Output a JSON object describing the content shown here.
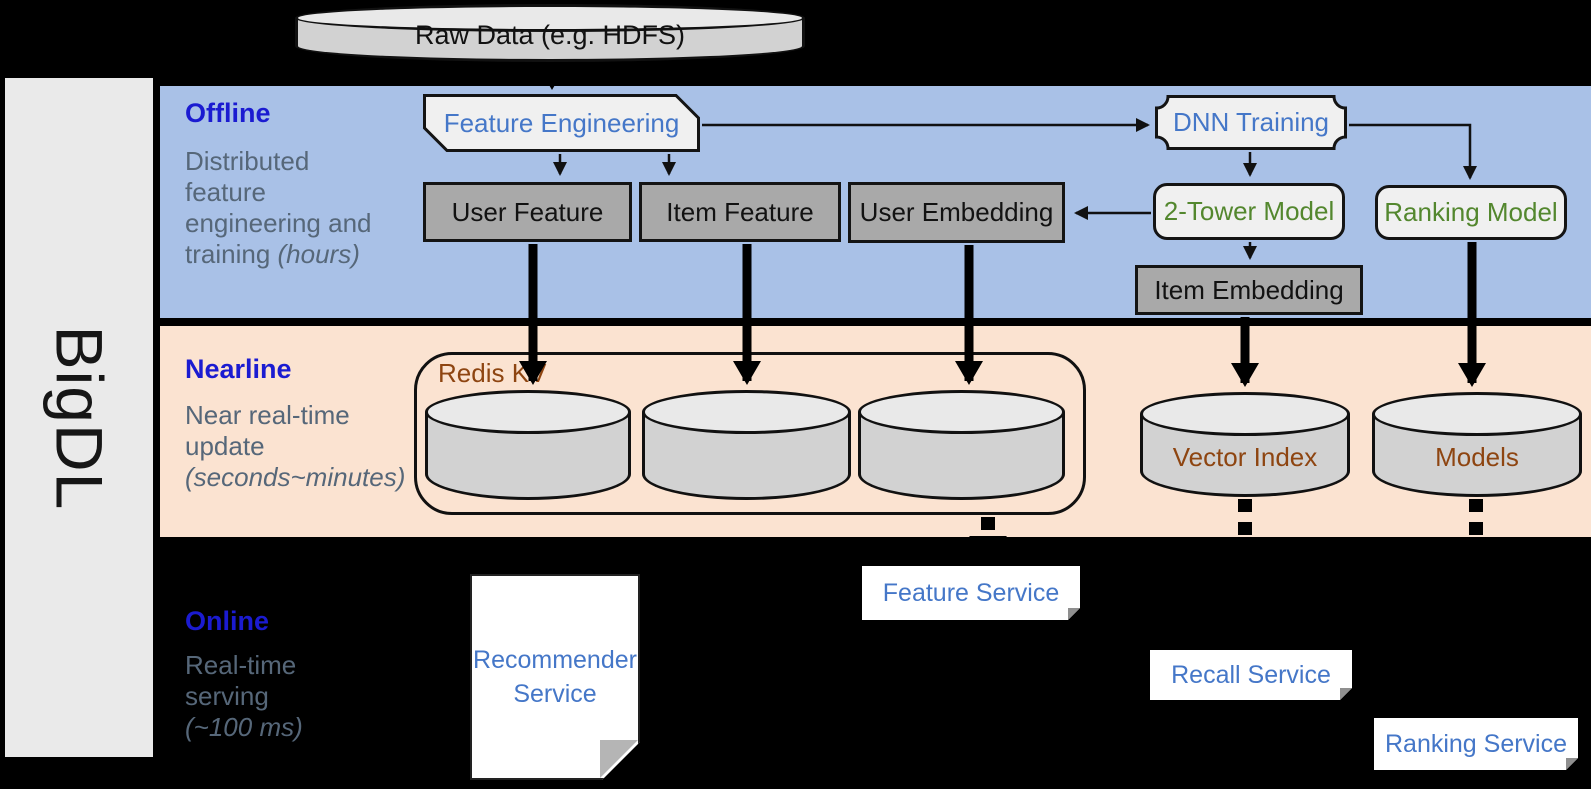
{
  "brand": {
    "name": "BigDL"
  },
  "top_banner": {
    "raw_data_label": "Raw Data (e.g. HDFS)"
  },
  "sections": {
    "offline": {
      "title": "Offline",
      "desc_line1": "Distributed",
      "desc_line2": "feature",
      "desc_line3": "engineering and",
      "desc_line4": "training ",
      "desc_line4_italic": "(hours)"
    },
    "nearline": {
      "title": "Nearline",
      "desc_line1": "Near real-time",
      "desc_line2": "update",
      "desc_line3_italic": "(seconds~minutes)"
    },
    "online": {
      "title": "Online",
      "desc_line1": "Real-time",
      "desc_line2": "serving",
      "desc_line3_italic": "(~100 ms)"
    }
  },
  "nodes": {
    "feature_engineering": "Feature Engineering",
    "dnn_training": "DNN Training",
    "user_feature": "User Feature",
    "item_feature": "Item Feature",
    "user_embedding": "User Embedding",
    "two_tower_model": "2-Tower Model",
    "ranking_model": "Ranking Model",
    "item_embedding": "Item Embedding",
    "redis_kv": "Redis KV",
    "vector_index": "Vector Index",
    "models": "Models",
    "recommender_service_line1": "Recommender",
    "recommender_service_line2": "Service",
    "feature_service": "Feature Service",
    "recall_service": "Recall Service",
    "ranking_service": "Ranking Service"
  },
  "colors": {
    "offline_band": "#a9c1e7",
    "nearline_band": "#fbe3d1",
    "section_title_blue": "#1b1bd1",
    "section_desc_gray": "#566779",
    "node_label_blue": "#4577c8",
    "node_label_green": "#53872e",
    "storage_label_brown": "#8e4511",
    "sidebar_gray": "#eaeaea",
    "gray_node_fill": "#a9a9a9",
    "light_node_fill": "#f0f0f0",
    "cylinder_fill": "#d2d2d2",
    "cylinder_top_fill": "#e9e9e9"
  }
}
